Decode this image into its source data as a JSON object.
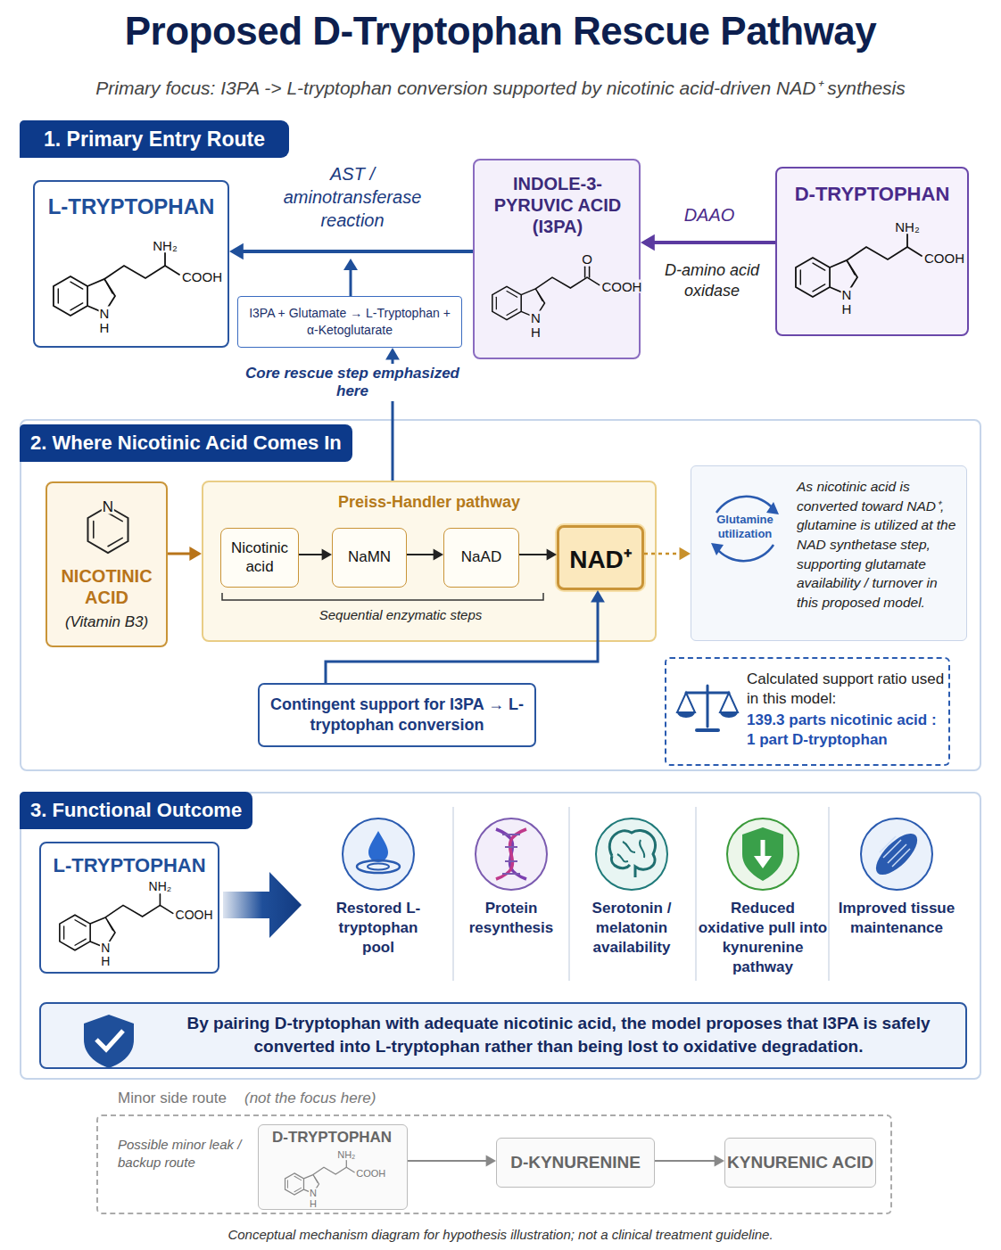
{
  "diagram": {
    "title": "Proposed D-Tryptophan Rescue Pathway",
    "caption": "Conceptual mechanism diagram for hypothesis illustration; not a clinical treatment guideline.",
    "nodes": [
      {
        "text": [
          "1. Primary Entry Route"
        ]
      },
      {
        "text": [
          "L-TRYPTOPHAN",
          "NH₂",
          "COOH",
          "N",
          "H"
        ]
      },
      {
        "text": [
          "INDOLE-3-PYRUVIC ACID (I3PA)",
          "O",
          "COOH",
          "N",
          "H"
        ]
      },
      {
        "text": [
          "D-TRYPTOPHAN",
          "NH₂",
          "COOH",
          "N",
          "H"
        ]
      },
      {
        "text": [
          "I3PA + Glutamate → L-Tryptophan + α-Ketoglutarate"
        ]
      },
      {
        "text": [
          "2. Where Nicotinic Acid Comes In"
        ]
      },
      {
        "text": [
          "N",
          "NICOTINIC ACID",
          "(Vitamin B3)"
        ],
        "in": 5
      },
      {
        "text": [
          "Preiss-Handler pathway",
          "Sequential enzymatic steps"
        ],
        "in": 5
      },
      {
        "text": [
          "Nicotinic acid"
        ],
        "in": 7
      },
      {
        "text": [
          "NaMN"
        ],
        "in": 7
      },
      {
        "text": [
          "NaAD"
        ],
        "in": 7
      },
      {
        "text": [
          "NAD⁺"
        ],
        "in": 7
      },
      {
        "text": [
          "Glutamine utilization",
          "As nicotinic acid is converted toward NAD⁺, glutamine is utilized at the NAD synthetase step, supporting glutamate availability / turnover in this proposed model."
        ],
        "in": 5
      },
      {
        "text": [
          "Calculated support ratio used in this model:",
          "139.3 parts nicotinic acid : 1 part D-tryptophan"
        ],
        "in": 5
      },
      {
        "text": [
          "Contingent support for I3PA → L-tryptophan conversion"
        ],
        "in": 5
      },
      {
        "text": [
          "3. Functional Outcome"
        ]
      },
      {
        "text": [
          "L-TRYPTOPHAN",
          "NH₂",
          "COOH",
          "N",
          "H"
        ],
        "in": 15
      },
      {
        "text": [
          "By pairing D-tryptophan with adequate nicotinic acid, the model proposes that I3PA is safely converted into L-tryptophan rather than being lost to oxidative degradation."
        ],
        "in": 15
      },
      {
        "text": [
          "Minor side route",
          "(not the focus here)",
          "Possible minor leak / backup route"
        ]
      },
      {
        "text": [
          "D-TRYPTOPHAN",
          "NH₂",
          "COOH",
          "N",
          "H"
        ],
        "in": 18
      },
      {
        "text": [
          "D-KYNURENINE"
        ],
        "in": 18
      },
      {
        "text": [
          "KYNURENIC ACID"
        ],
        "in": 18
      }
    ],
    "edges": [
      {
        "from": 3,
        "to": 2,
        "label": "DAAO",
        "arrow": "to"
      },
      {
        "from": 2,
        "to": 1,
        "label": "AST / aminotransferase reaction",
        "arrow": "to"
      },
      {
        "from": 7,
        "to": 4,
        "arrow": "to"
      },
      {
        "from": 6,
        "to": 7,
        "arrow": "to"
      },
      {
        "from": 8,
        "to": 9,
        "arrow": "to"
      },
      {
        "from": 9,
        "to": 10,
        "arrow": "to"
      },
      {
        "from": 10,
        "to": 11,
        "arrow": "to"
      },
      {
        "from": 11,
        "to": 12,
        "arrow": "to"
      },
      {
        "from": 14,
        "to": 11,
        "arrow": "to"
      },
      {
        "from": 19,
        "to": 20,
        "arrow": "to"
      },
      {
        "from": 20,
        "to": 21,
        "arrow": "to"
      }
    ],
    "labels": [
      "Primary focus: I3PA -> L-tryptophan conversion supported by nicotinic acid-driven NAD⁺ synthesis",
      "D-amino acid oxidase",
      "Core rescue step emphasized here",
      "Restored L-tryptophan pool",
      "Protein resynthesis",
      "Serotonin / melatonin availability",
      "Reduced oxidative pull into kynurenine pathway",
      "Improved tissue maintenance"
    ]
  }
}
